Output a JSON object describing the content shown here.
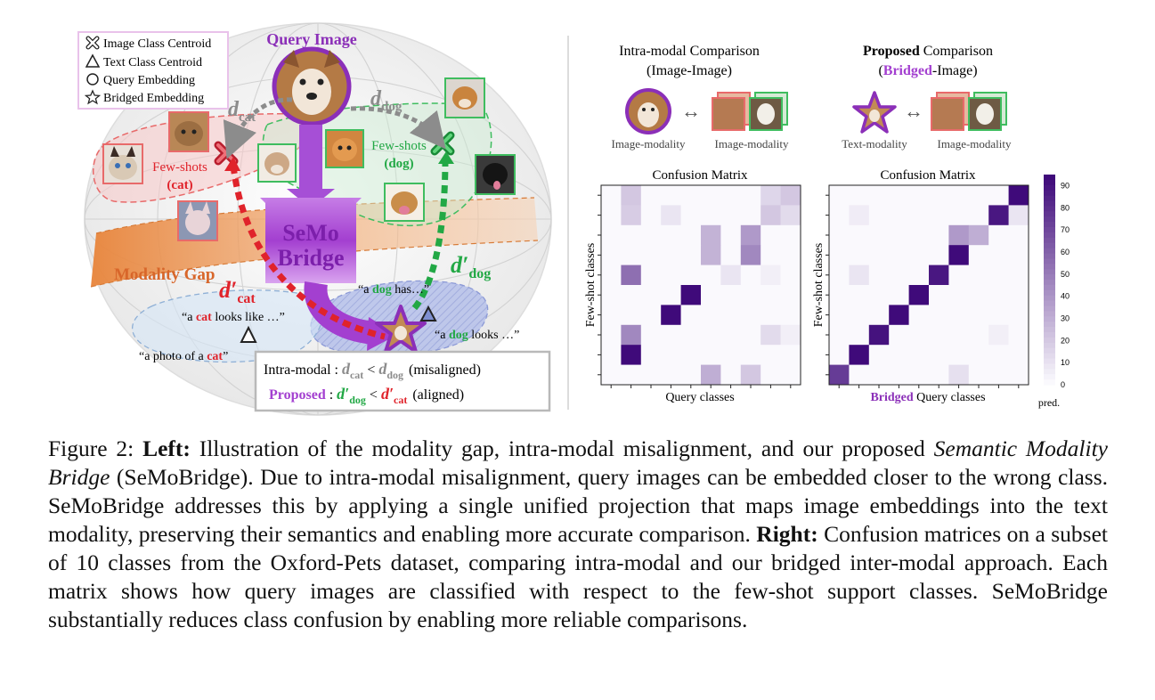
{
  "left_panel": {
    "legend": {
      "items": [
        {
          "icon": "image-class-centroid-icon",
          "label": "Image Class Centroid"
        },
        {
          "icon": "text-class-centroid-icon",
          "label": "Text Class Centroid"
        },
        {
          "icon": "query-embedding-icon",
          "label": "Query Embedding"
        },
        {
          "icon": "bridged-embedding-icon",
          "label": "Bridged Embedding"
        }
      ]
    },
    "query_image_label": "Query Image",
    "d_cat": {
      "base": "d",
      "sub": "cat"
    },
    "d_dog": {
      "base": "d",
      "sub": "dog"
    },
    "d_prime_cat": {
      "base": "d′",
      "sub": "cat"
    },
    "d_prime_dog": {
      "base": "d′",
      "sub": "dog"
    },
    "few_shots_cat": {
      "line1": "Few-shots",
      "line2": "(cat)"
    },
    "few_shots_dog": {
      "line1": "Few-shots",
      "line2": "(dog)"
    },
    "semo_bridge": {
      "line1": "SeMo",
      "line2": "Bridge"
    },
    "modality_gap": "Modality Gap",
    "prompts": {
      "dog_has": {
        "pre": "“a ",
        "word": "dog",
        "post": " has…”"
      },
      "dog_looks": {
        "pre": "“a ",
        "word": "dog",
        "post": "  looks …”"
      },
      "cat_looks_like": {
        "pre": "“a ",
        "word": "cat",
        "post": " looks like …”"
      },
      "photo_of_cat": {
        "pre": "“a photo of a ",
        "word": "cat",
        "post": "”"
      }
    },
    "comparison_box": {
      "intra_label": "Intra-modal",
      "proposed_label": "Proposed",
      "misaligned": "(misaligned)",
      "aligned": "(aligned)"
    }
  },
  "right_panel": {
    "intra_title": {
      "line1": "Intra-modal  Comparison",
      "line2": "(Image-Image)"
    },
    "proposed_title": {
      "bold": "Proposed",
      "rest": " Comparison",
      "line2_pre": "(",
      "line2_word": "Bridged",
      "line2_post": "-Image)"
    },
    "intra_left_modality": "Image-modality",
    "intra_right_modality": "Image-modality",
    "proposed_left_modality": "Text-modality",
    "proposed_right_modality": "Image-modality",
    "matrix_titles": [
      "Confusion Matrix",
      "Confusion Matrix"
    ],
    "ylabel": "Few-shot classes",
    "xlabel_left": "Query classes",
    "xlabel_right_prefix": "Bridged",
    "xlabel_right_rest": " Query classes",
    "colorbar_ticks": [
      "90",
      "80",
      "70",
      "60",
      "50",
      "40",
      "30",
      "20",
      "10",
      "0"
    ],
    "colorbar_label": "pred."
  },
  "chart_data": [
    {
      "type": "heatmap",
      "title": "Confusion Matrix",
      "xlabel": "Query classes",
      "ylabel": "Few-shot classes",
      "range": [
        0,
        95
      ],
      "values": [
        [
          0,
          20,
          0,
          0,
          0,
          0,
          0,
          0,
          14,
          20
        ],
        [
          0,
          18,
          0,
          8,
          0,
          0,
          0,
          0,
          20,
          12
        ],
        [
          0,
          0,
          0,
          0,
          0,
          28,
          0,
          38,
          0,
          0
        ],
        [
          0,
          0,
          0,
          0,
          0,
          28,
          0,
          45,
          0,
          0
        ],
        [
          0,
          55,
          0,
          0,
          0,
          0,
          8,
          0,
          4,
          0
        ],
        [
          0,
          0,
          0,
          0,
          95,
          0,
          0,
          0,
          0,
          0
        ],
        [
          0,
          0,
          0,
          95,
          0,
          0,
          0,
          0,
          0,
          0
        ],
        [
          0,
          45,
          0,
          0,
          0,
          0,
          0,
          0,
          12,
          4
        ],
        [
          0,
          95,
          0,
          0,
          0,
          0,
          0,
          0,
          0,
          0
        ],
        [
          0,
          0,
          0,
          0,
          0,
          30,
          0,
          20,
          0,
          0
        ]
      ]
    },
    {
      "type": "heatmap",
      "title": "Confusion Matrix",
      "xlabel": "Bridged Query classes",
      "ylabel": "Few-shot classes",
      "range": [
        0,
        95
      ],
      "values": [
        [
          0,
          0,
          0,
          0,
          0,
          0,
          0,
          0,
          0,
          95
        ],
        [
          0,
          5,
          0,
          0,
          0,
          0,
          0,
          0,
          90,
          8
        ],
        [
          0,
          0,
          0,
          0,
          0,
          0,
          38,
          30,
          0,
          0
        ],
        [
          0,
          0,
          0,
          0,
          0,
          0,
          95,
          0,
          0,
          0
        ],
        [
          0,
          8,
          0,
          0,
          0,
          90,
          0,
          0,
          0,
          0
        ],
        [
          0,
          0,
          0,
          0,
          95,
          0,
          0,
          0,
          0,
          0
        ],
        [
          0,
          0,
          0,
          95,
          0,
          0,
          0,
          0,
          0,
          0
        ],
        [
          0,
          0,
          92,
          0,
          0,
          0,
          0,
          0,
          4,
          0
        ],
        [
          0,
          95,
          0,
          0,
          0,
          0,
          0,
          0,
          0,
          0
        ],
        [
          75,
          0,
          0,
          0,
          0,
          0,
          10,
          0,
          0,
          0
        ]
      ]
    }
  ],
  "caption": {
    "figure_label": "Figure 2: ",
    "left_bold": "Left:",
    "text1": " Illustration of the modality gap, intra-modal misalignment, and our proposed ",
    "italic1": "Semantic Modality Bridge",
    "text2": " (SeMoBridge).  Due to intra-modal misalignment, query images can be embedded closer to the wrong class. SeMoBridge addresses this by applying a single unified projection that maps image embeddings into the text modality, preserving their semantics and enabling more accurate comparison. ",
    "right_bold": "Right:",
    "text3": " Confusion matrices on a subset of 10 classes from the Oxford-Pets dataset, comparing intra-modal and our bridged inter-modal approach. Each matrix shows how query images are classified with respect to the few-shot support classes. SeMoBridge substantially reduces class confusion by enabling more reliable comparisons."
  },
  "colors": {
    "purple": "#8b2fb8",
    "red": "#e0232b",
    "green": "#22a845",
    "gray": "#8c8c8c",
    "orange": "#e8843a",
    "heat_max": "#3f0a7a"
  }
}
